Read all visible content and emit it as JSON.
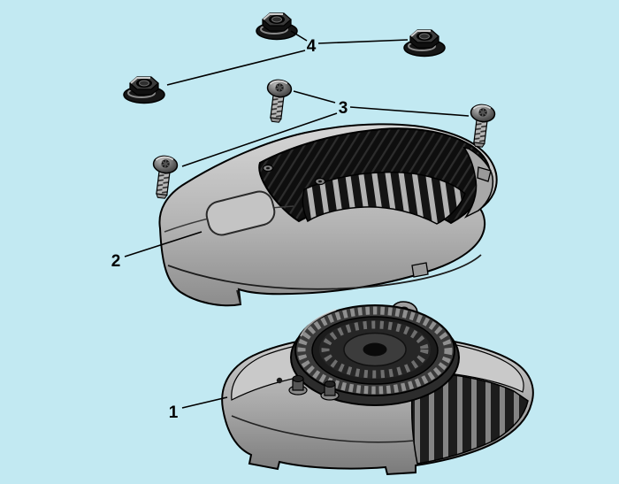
{
  "page": {
    "type": "exploded-parts-diagram",
    "description": "Engine housing cover exploded view with numbered callouts",
    "background_color": "#c2e9f2"
  },
  "callouts": [
    {
      "label": "1",
      "part": "lower-housing-fan-assembly",
      "count": 1
    },
    {
      "label": "2",
      "part": "top-cover",
      "count": 1
    },
    {
      "label": "3",
      "part": "pan-head-screw",
      "count": 3
    },
    {
      "label": "4",
      "part": "hex-flange-nut",
      "count": 3
    }
  ],
  "colors": {
    "background": "#c2e9f2",
    "leader_line": "#000000",
    "part_light_gray": "#b9b9b9",
    "part_mid_gray": "#8f8f8f",
    "part_dark": "#141414"
  }
}
